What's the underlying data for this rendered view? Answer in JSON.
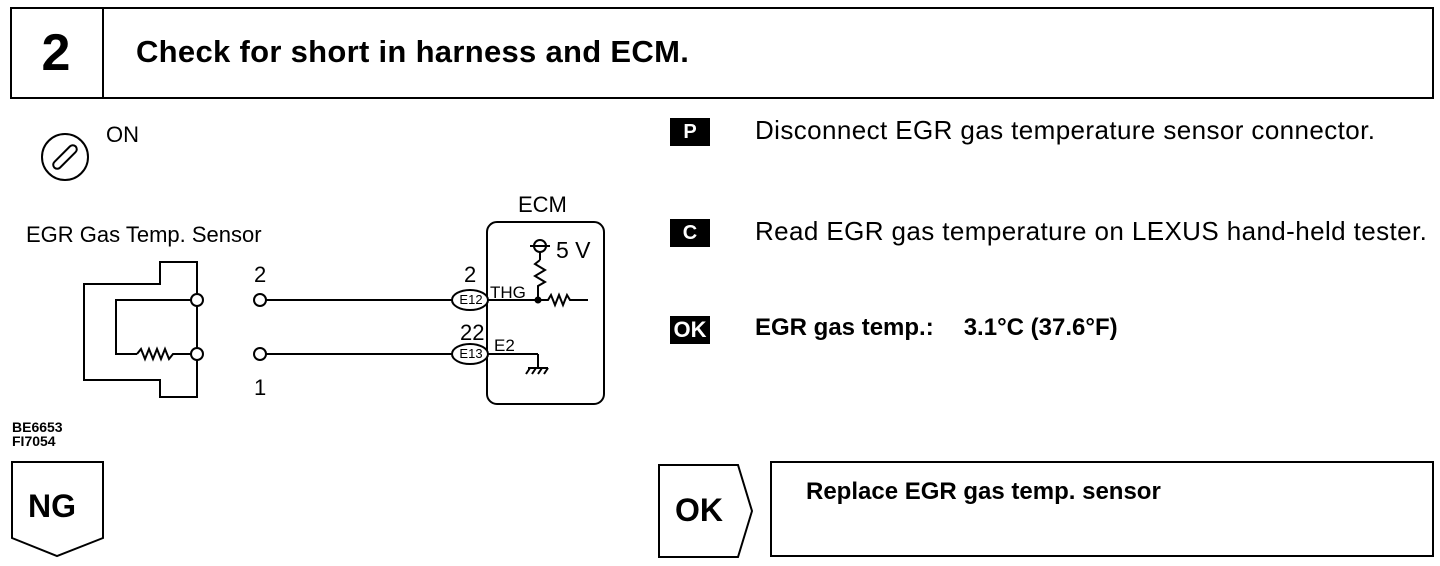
{
  "header": {
    "step_number": "2",
    "title": "Check for short in harness and ECM."
  },
  "diagram": {
    "ignition_label": "ON",
    "sensor_label": "EGR Gas Temp. Sensor",
    "ecm_label": "ECM",
    "voltage_label": "5 V",
    "sensor_pin_top": "2",
    "sensor_pin_bottom": "1",
    "ecm_pin_top": "2",
    "ecm_pin_bottom": "22",
    "connector_top": "E12",
    "connector_bottom": "E13",
    "signal_top": "THG",
    "signal_bottom": "E2",
    "figure_codes": [
      "BE6653",
      "FI7054"
    ]
  },
  "instructions": [
    {
      "badge": "P",
      "text": "Disconnect EGR gas temperature sensor connector."
    },
    {
      "badge": "C",
      "text": "Read EGR gas temperature on LEXUS hand-held tester."
    }
  ],
  "ok_condition": {
    "badge": "OK",
    "label": "EGR gas temp.:",
    "value": "3.1°C (37.6°F)"
  },
  "flow": {
    "ng_label": "NG",
    "ok_label": "OK",
    "ok_action": "Replace EGR gas temp. sensor"
  }
}
